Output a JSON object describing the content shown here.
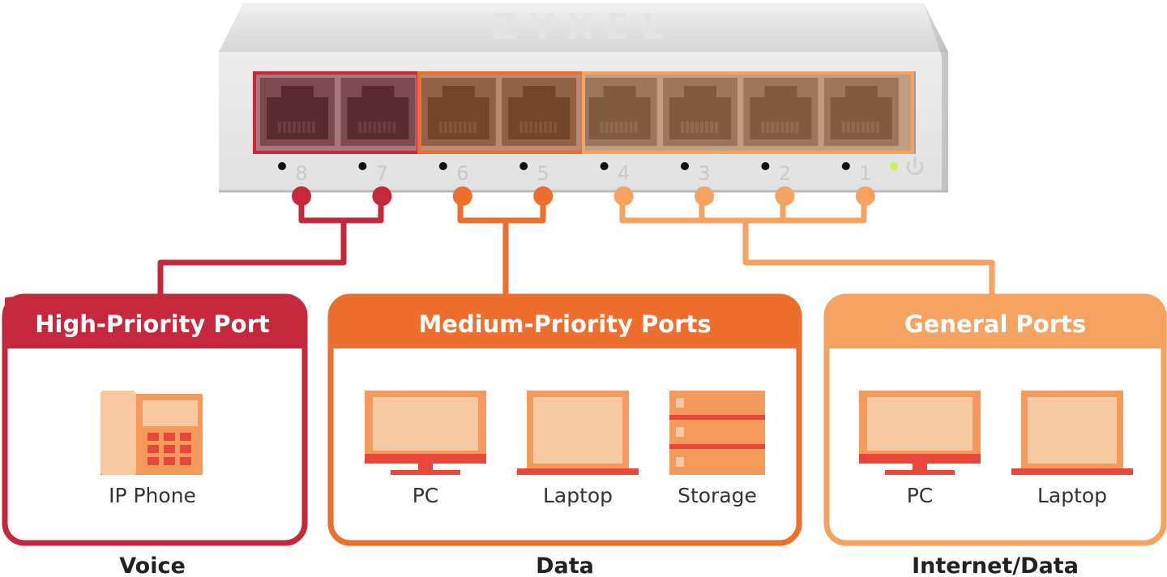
{
  "switch": {
    "brand": "ZYXEL",
    "port_numbers": [
      "8",
      "7",
      "6",
      "5",
      "4",
      "3",
      "2",
      "1"
    ],
    "power_icon": "power-icon"
  },
  "colors": {
    "high": "#c4283a",
    "medium": "#ee6f2d",
    "general": "#f6a261",
    "device_fill": "#f8c9a0",
    "device_frame": "#f39a5c",
    "device_stand": "#e9473a"
  },
  "groups": {
    "high": {
      "title": "High-Priority Port",
      "devices": [
        {
          "label": "IP Phone",
          "icon": "ip-phone-icon"
        }
      ],
      "usage": "Voice"
    },
    "medium": {
      "title": "Medium-Priority Ports",
      "devices": [
        {
          "label": "PC",
          "icon": "pc-icon"
        },
        {
          "label": "Laptop",
          "icon": "laptop-icon"
        },
        {
          "label": "Storage",
          "icon": "storage-icon"
        }
      ],
      "usage": "Data"
    },
    "general": {
      "title": "General Ports",
      "devices": [
        {
          "label": "PC",
          "icon": "pc-icon"
        },
        {
          "label": "Laptop",
          "icon": "laptop-icon"
        }
      ],
      "usage": "Internet/Data"
    }
  }
}
